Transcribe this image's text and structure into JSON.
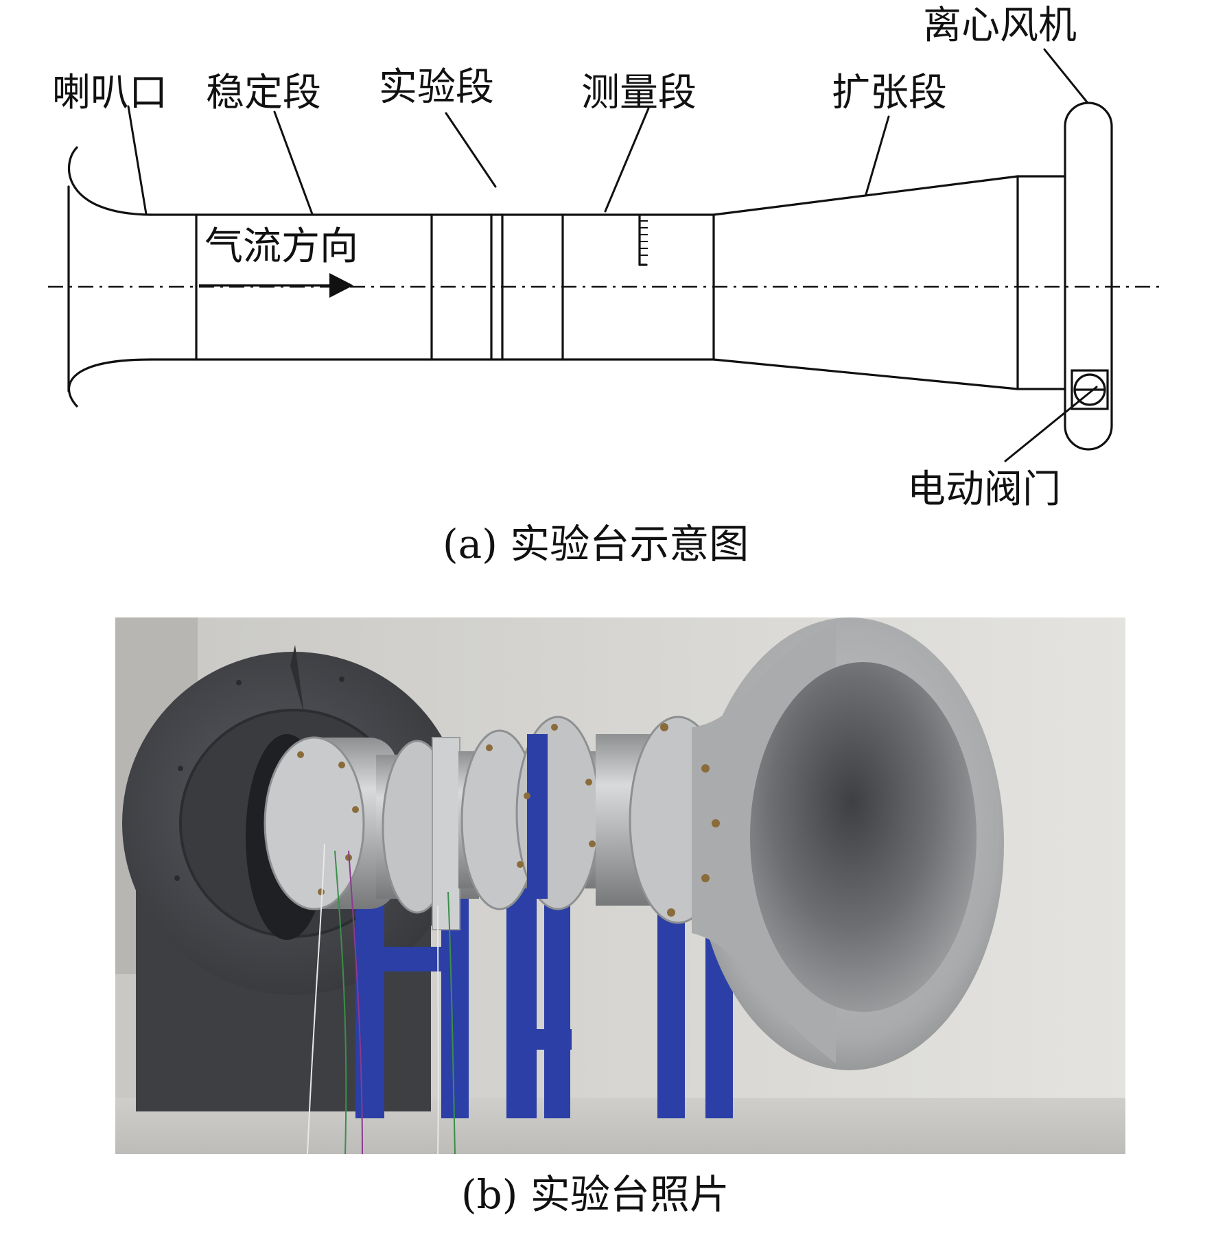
{
  "schematic": {
    "labels": {
      "inlet": "喇叭口",
      "settling": "稳定段",
      "test": "实验段",
      "measure": "测量段",
      "diffuser": "扩张段",
      "fan": "离心风机",
      "valve": "电动阀门",
      "flow": "气流方向"
    },
    "caption": "(a) 实验台示意图"
  },
  "photo": {
    "caption": "(b) 实验台照片"
  },
  "colors": {
    "line": "#111111",
    "support_blue": "#2b3fa6",
    "fan_dark": "#4a4b50",
    "duct_silver": "#b9bbbd",
    "wall": "#d7d6d2"
  }
}
